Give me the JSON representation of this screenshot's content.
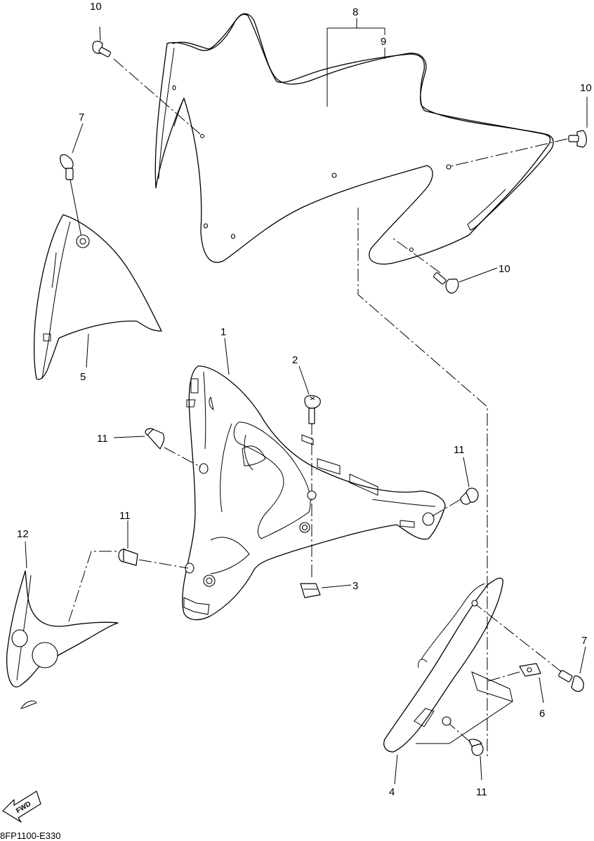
{
  "callouts": {
    "c10a": "10",
    "c8": "8",
    "c9": "9",
    "c10b": "10",
    "c7a": "7",
    "c10c": "10",
    "c1": "1",
    "c5": "5",
    "c2": "2",
    "c11a": "11",
    "c11b": "11",
    "c11c": "11",
    "c12": "12",
    "c3": "3",
    "c7b": "7",
    "c6": "6",
    "c4": "4",
    "c11d": "11"
  },
  "fwd_label": "FWD",
  "diagram_code": "8FP1100-E330"
}
